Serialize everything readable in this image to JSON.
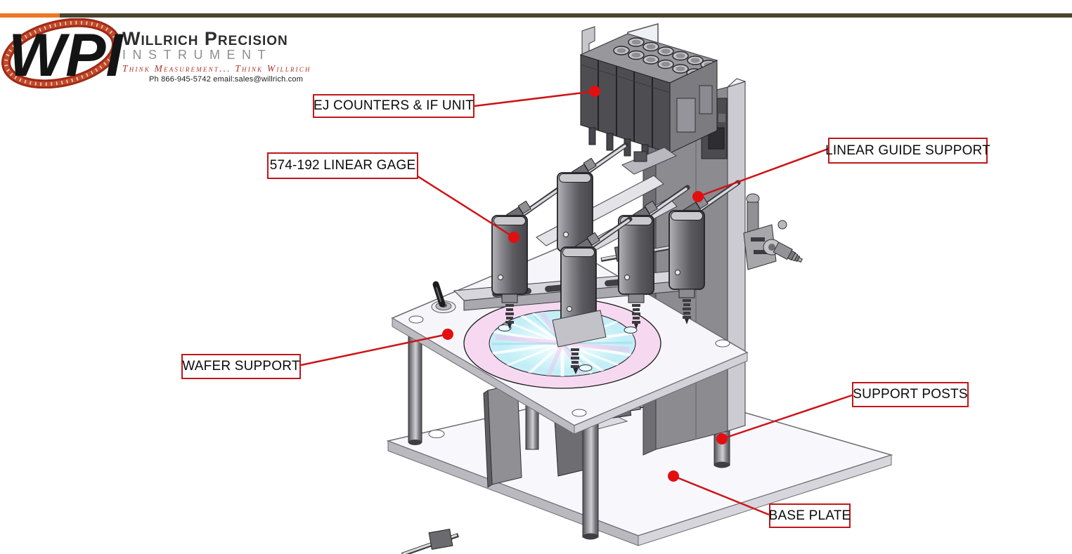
{
  "brand": {
    "logo_acronym": "WPI",
    "name": "Willrich Precision",
    "instrument": "INSTRUMENT",
    "tagline": "Think Measurement... Think Willrich",
    "contact": "Ph 866-945-5742  email:sales@willrich.com"
  },
  "top_bar": {
    "orange": "#ed7722",
    "olive": "#4a4430"
  },
  "diagram": {
    "accent_color": "#d01317",
    "machine": "wafer thickness measuring fixture (isometric CAD view)",
    "parts": [
      "ej-counters-and-if-unit",
      "574-192-linear-gage",
      "linear-guide-support",
      "wafer-support",
      "support-posts",
      "base-plate"
    ]
  },
  "callouts": [
    {
      "id": "ej-counters",
      "label": "EJ COUNTERS & IF UNIT"
    },
    {
      "id": "linear-gage",
      "label": "574-192 LINEAR GAGE"
    },
    {
      "id": "guide-support",
      "label": "LINEAR GUIDE SUPPORT"
    },
    {
      "id": "wafer-support",
      "label": "WAFER SUPPORT"
    },
    {
      "id": "support-posts",
      "label": "SUPPORT POSTS"
    },
    {
      "id": "base-plate",
      "label": "BASE PLATE"
    }
  ]
}
